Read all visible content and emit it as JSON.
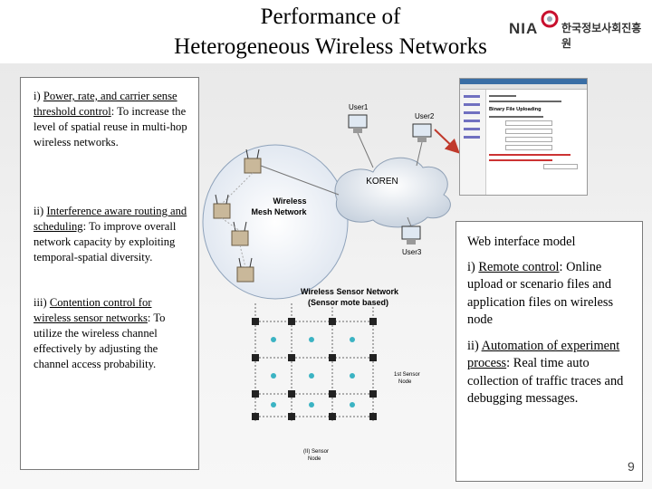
{
  "header": {
    "title_line1": "Performance of",
    "title_line2": "Heterogeneous Wireless Networks",
    "logo_text": "NIA",
    "logo_korean": "한국정보사회진흥원",
    "logo_colors": {
      "ring": "#c8102e",
      "text": "#333333"
    }
  },
  "left_panel": {
    "items": [
      {
        "num": "i) ",
        "link": "Power, rate, and carrier sense threshold control",
        "rest": ": To increase the level of spatial reuse in multi-hop wireless networks."
      },
      {
        "num": "ii) ",
        "link": "Interference aware routing and scheduling",
        "rest": ": To improve overall network capacity by exploiting temporal-spatial diversity."
      },
      {
        "num": "iii) ",
        "link": "Contention control for wireless sensor networks",
        "rest": ":  To utilize the wireless channel effectively by adjusting the channel access probability."
      }
    ]
  },
  "diagram": {
    "users": [
      "User1",
      "User2",
      "User3"
    ],
    "cloud_label": "KOREN",
    "mesh_label_line1": "Wireless",
    "mesh_label_line2": "Mesh Network",
    "wsn_label_line1": "Wireless Sensor Network",
    "wsn_label_line2": "(Sensor mote based)",
    "sensor_label_1_line1": "1st Sensor",
    "sensor_label_1_line2": "Node",
    "sensor_label_2_line1": "(II) Sensor",
    "sensor_label_2_line2": "Node",
    "arrow_color": "#c0392b"
  },
  "browser_screenshot": {
    "heading": "Binary File Uploading"
  },
  "right_panel": {
    "caption": "Web interface model",
    "items": [
      {
        "num": "i) ",
        "link": "Remote control",
        "rest": ": Online upload or scenario files and application files on wireless node"
      },
      {
        "num": "ii) ",
        "link": "Automation of experiment process",
        "rest": ": Real time auto collection of traffic traces and debugging messages."
      }
    ]
  },
  "footer": {
    "page_number": "9"
  }
}
